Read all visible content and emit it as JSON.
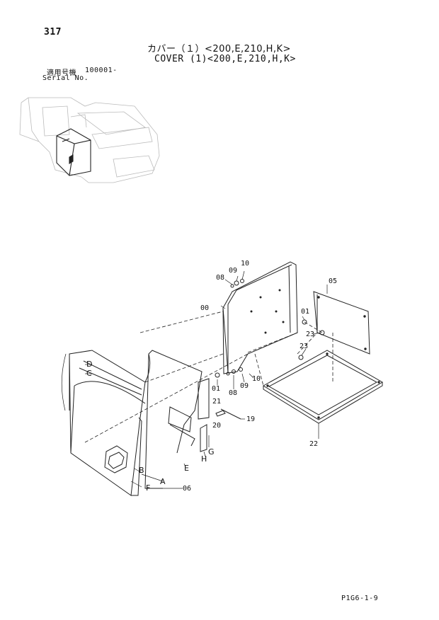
{
  "header": {
    "page_number": "317",
    "title_jp": "カバー（１）<200,E,210,H,K>",
    "title_en": "COVER (1)<200,E,210,H,K>",
    "serial_label_jp": "適用号機",
    "serial_value": "100001-",
    "serial_label_en": "Serial No."
  },
  "diagram": {
    "callouts": [
      "10",
      "09",
      "08",
      "00",
      "05",
      "01",
      "23",
      "23",
      "01",
      "08",
      "09",
      "10",
      "21",
      "20",
      "19",
      "22",
      "D",
      "C",
      "B",
      "A",
      "F",
      "E",
      "06",
      "H",
      "G"
    ]
  },
  "footer": {
    "drawing_code": "P1G6-1-9"
  }
}
